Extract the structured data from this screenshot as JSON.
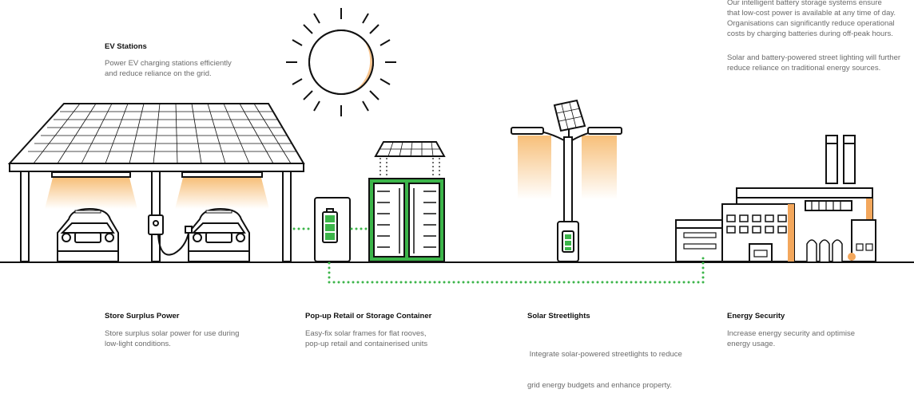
{
  "colors": {
    "line": "#111111",
    "green": "#3cb54a",
    "glow": "#f6b86a",
    "sun": "#f8c58e",
    "factory_accent": "#f3a75c"
  },
  "icons": [
    "sun-icon",
    "solar-carport",
    "ev-car",
    "ev-charger",
    "battery-wall-unit",
    "storage-container",
    "solar-streetlight",
    "factory"
  ],
  "top_right": {
    "p1_lines": [
      "Our intelligent battery storage systems ensure",
      "that low-cost power is available at any time of day.",
      "Organisations can significantly reduce operational",
      "costs by charging batteries during off-peak hours."
    ],
    "p2_lines": [
      "Solar and battery-powered street lighting will further",
      "reduce reliance on traditional energy sources."
    ]
  },
  "ev": {
    "title": "EV Stations",
    "lines": [
      "Power EV charging stations efficiently",
      "and reduce reliance on the grid."
    ]
  },
  "features": [
    {
      "title": "Store Surplus Power",
      "lines": [
        "Store surplus solar power for use during",
        "low-light conditions."
      ]
    },
    {
      "title": "Pop-up Retail or Storage Container",
      "lines": [
        "Easy-fix solar frames for flat rooves,",
        "pop-up retail and containerised units"
      ]
    },
    {
      "title": "Solar Streetlights",
      "lines": [
        " Integrate solar-powered streetlights to reduce",
        "grid energy budgets and enhance property."
      ]
    },
    {
      "title": "Energy Security",
      "lines": [
        "Increase energy security and optimise",
        "energy usage."
      ]
    }
  ]
}
